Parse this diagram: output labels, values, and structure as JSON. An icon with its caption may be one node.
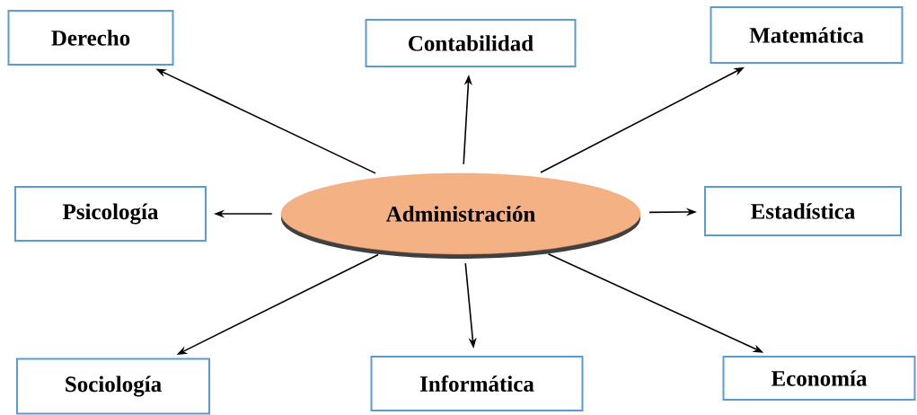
{
  "diagram": {
    "nodes": [
      {
        "text": [
          "Derecho"
        ]
      },
      {
        "text": [
          "Contabilidad"
        ]
      },
      {
        "text": [
          "Matemática"
        ]
      },
      {
        "text": [
          "Psicología"
        ]
      },
      {
        "text": [
          "Administración"
        ]
      },
      {
        "text": [
          "Estadística"
        ]
      },
      {
        "text": [
          "Sociología"
        ]
      },
      {
        "text": [
          "Informática"
        ]
      },
      {
        "text": [
          "Economía"
        ]
      }
    ],
    "edges": [
      {
        "from": 4,
        "to": 0,
        "arrow": "to"
      },
      {
        "from": 4,
        "to": 1,
        "arrow": "to"
      },
      {
        "from": 4,
        "to": 2,
        "arrow": "to"
      },
      {
        "from": 4,
        "to": 3,
        "arrow": "to"
      },
      {
        "from": 4,
        "to": 5,
        "arrow": "to"
      },
      {
        "from": 4,
        "to": 6,
        "arrow": "to"
      },
      {
        "from": 4,
        "to": 7,
        "arrow": "to"
      },
      {
        "from": 4,
        "to": 8,
        "arrow": "to"
      }
    ]
  }
}
